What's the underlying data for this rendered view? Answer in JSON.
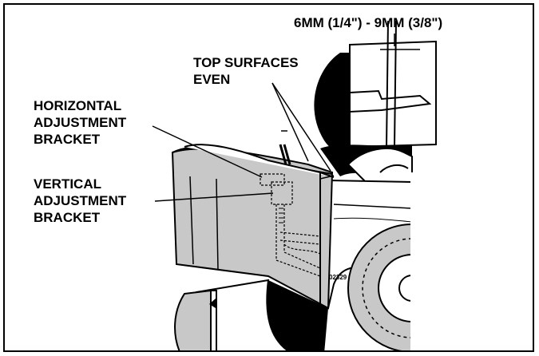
{
  "labels": {
    "measurement": "6MM (1/4\") - 9MM (3/8\")",
    "top_surfaces": [
      "TOP SURFACES",
      "EVEN"
    ],
    "horizontal_bracket": [
      "HORIZONTAL",
      "ADJUSTMENT",
      "BRACKET"
    ],
    "vertical_bracket": [
      "VERTICAL",
      "ADJUSTMENT",
      "BRACKET"
    ],
    "part_code": "02329"
  },
  "colors": {
    "bag_fill": "#c8c8c8",
    "line": "#000000",
    "background": "#ffffff"
  }
}
